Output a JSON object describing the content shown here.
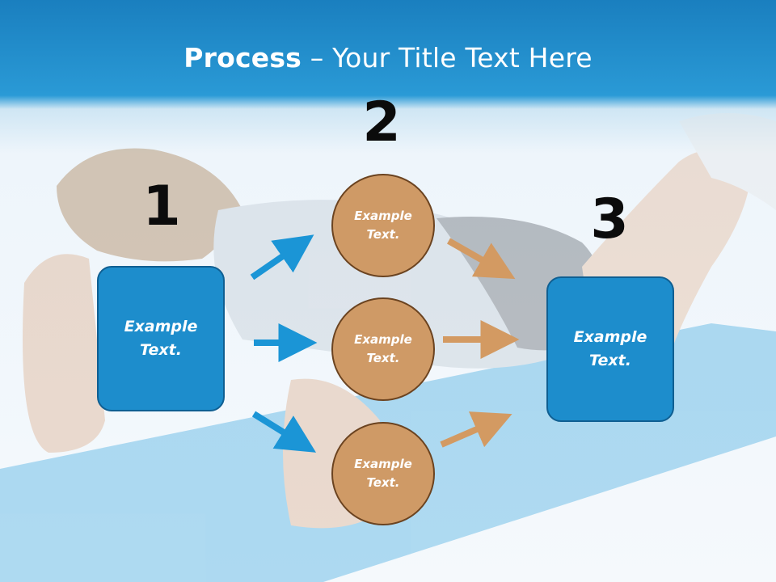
{
  "title": {
    "bold": "Process",
    "rest": " – Your Title Text Here"
  },
  "steps": {
    "one": {
      "number": "1",
      "text": "Example Text."
    },
    "two": {
      "number": "2",
      "items": [
        "Example Text.",
        "Example Text.",
        "Example Text."
      ]
    },
    "three": {
      "number": "3",
      "text": "Example Text."
    }
  },
  "colors": {
    "header": "#1a7fbf",
    "box_fill": "#1d8dcc",
    "circle_fill": "#cf9a66",
    "blue_arrow": "#1b95d6",
    "orange_arrow": "#d39a62"
  }
}
